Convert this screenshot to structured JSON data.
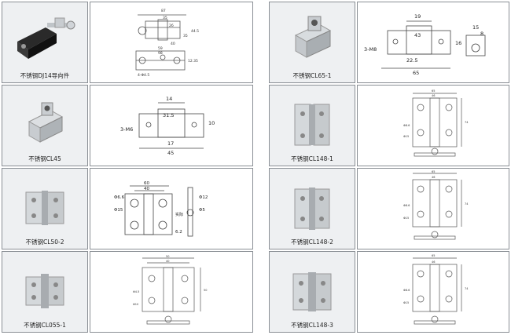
{
  "rows": [
    {
      "left": {
        "caption": "不锈钢DJ14导向件",
        "dims": [
          "87",
          "35",
          "26",
          "44.5",
          "35",
          "40",
          "59",
          "98",
          "12.35",
          "4-Φ4.5"
        ]
      },
      "right": {
        "caption": "不锈钢CL65-1",
        "dims": [
          "19",
          "43",
          "16",
          "3-M8",
          "22.5",
          "65",
          "15",
          "8"
        ]
      }
    },
    {
      "left": {
        "caption": "不锈钢CL45",
        "dims": [
          "14",
          "31.5",
          "10",
          "3-M6",
          "17",
          "45"
        ]
      },
      "right": {
        "caption": "不锈钢CL148-1",
        "dims": [
          "65",
          "46",
          "74",
          "Φ8.6",
          "Φ15"
        ]
      }
    },
    {
      "left": {
        "caption": "不锈钢CL50-2",
        "dims": [
          "60",
          "40",
          "Φ6.6",
          "Φ15",
          "Φ12",
          "Φ5",
          "6.2",
          "实际"
        ]
      },
      "right": {
        "caption": "不锈钢CL148-2",
        "dims": [
          "65",
          "46",
          "74",
          "Φ8.6",
          "Φ15"
        ]
      }
    },
    {
      "left": {
        "caption": "不锈钢CL055-1",
        "dims": [
          "50",
          "40",
          "Φ4.5",
          "Φ10",
          "50"
        ]
      },
      "right": {
        "caption": "不锈钢CL148-3",
        "dims": [
          "65",
          "46",
          "74",
          "Φ8.6",
          "Φ15"
        ]
      }
    }
  ]
}
